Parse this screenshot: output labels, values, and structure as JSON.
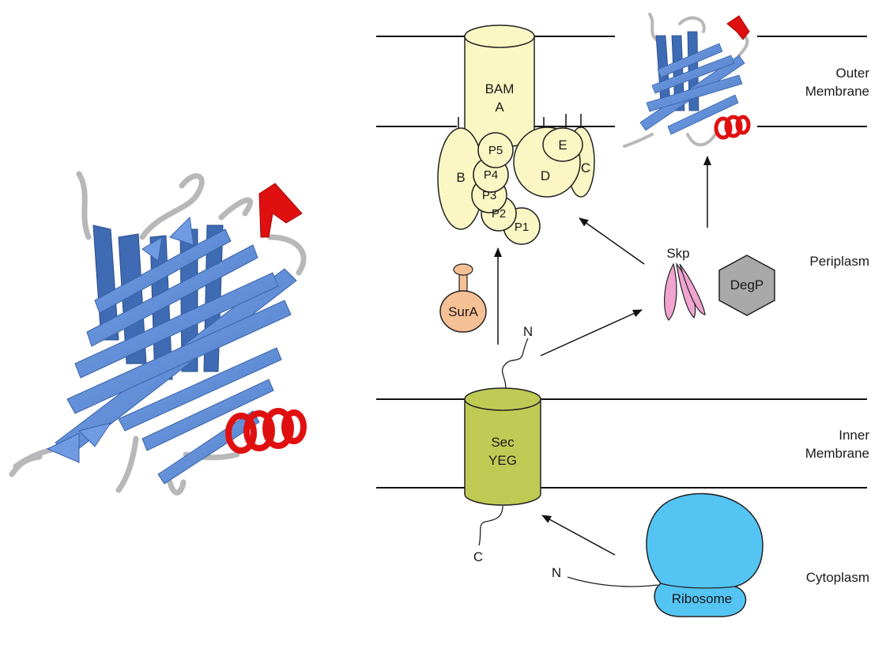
{
  "regions": {
    "outer_membrane_line1": "Outer",
    "outer_membrane_line2": "Membrane",
    "periplasm": "Periplasm",
    "inner_membrane_line1": "Inner",
    "inner_membrane_line2": "Membrane",
    "cytoplasm": "Cytoplasm"
  },
  "bam": {
    "a_line1": "BAM",
    "a_line2": "A",
    "b": "B",
    "c": "C",
    "d": "D",
    "e": "E",
    "potra": [
      "P5",
      "P4",
      "P3",
      "P2",
      "P1"
    ]
  },
  "chaperones": {
    "sura": "SurA",
    "skp": "Skp",
    "degp": "DegP"
  },
  "secyeg": {
    "line1": "Sec",
    "line2": "YEG"
  },
  "termini": {
    "n_periplasm": "N",
    "c_cytoplasm": "C",
    "n_ribosome": "N"
  },
  "ribosome": "Ribosome",
  "colors": {
    "bam_fill": "#faf7c4",
    "secyeg_fill": "#bfca55",
    "ribosome_fill": "#54c4f3",
    "sura_fill": "#f6c095",
    "skp_fill": "#f0a4cf",
    "degp_fill": "#a9a9a9",
    "strand_blue": "#5f8ed8",
    "strand_dark": "#3e6bb3",
    "helix_red": "#e01010",
    "loop_gray": "#b8b8b8"
  },
  "icons": {
    "large_structure": "omp-beta-barrel-structure",
    "small_structure": "folded-omp-in-outer-membrane"
  }
}
